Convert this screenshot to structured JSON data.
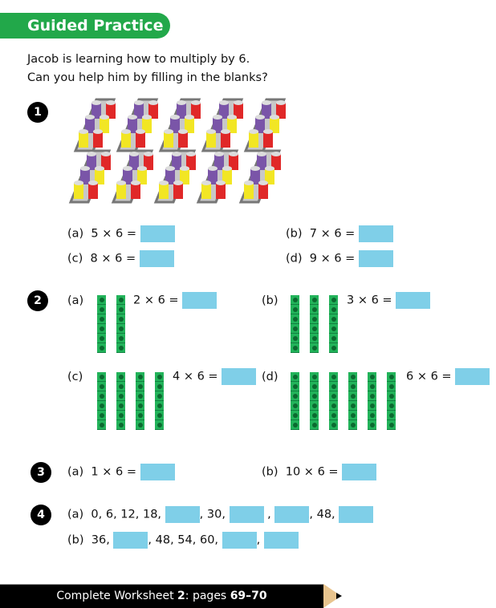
{
  "header": {
    "title": "Guided Practice"
  },
  "intro": {
    "line1": "Jacob is learning how to multiply by 6.",
    "line2": "Can you help him by filling in the blanks?"
  },
  "q1": {
    "number": "1",
    "parts": [
      {
        "label": "(a)",
        "expr": "5 × 6 ="
      },
      {
        "label": "(b)",
        "expr": "7 × 6 ="
      },
      {
        "label": "(c)",
        "expr": "8 × 6 ="
      },
      {
        "label": "(d)",
        "expr": "9 × 6 ="
      }
    ]
  },
  "q2": {
    "number": "2",
    "parts": [
      {
        "label": "(a)",
        "expr": "2 × 6 =",
        "towers": 2
      },
      {
        "label": "(b)",
        "expr": "3 × 6 =",
        "towers": 3
      },
      {
        "label": "(c)",
        "expr": "4 × 6 =",
        "towers": 4
      },
      {
        "label": "(d)",
        "expr": "6 × 6 =",
        "towers": 6
      }
    ]
  },
  "q3": {
    "number": "3",
    "parts": [
      {
        "label": "(a)",
        "expr": "1 × 6 ="
      },
      {
        "label": "(b)",
        "expr": "10 × 6 ="
      }
    ]
  },
  "q4": {
    "number": "4",
    "a": {
      "label": "(a)",
      "t1": "0, 6, 12, 18,",
      "t2": ", 30,",
      "t3": ",",
      "t4": ", 48,"
    },
    "b": {
      "label": "(b)",
      "t1": "36,",
      "t2": ", 48, 54, 60,",
      "t3": ","
    }
  },
  "footer": {
    "prefix": "Complete Worksheet ",
    "ws": "2",
    "mid": ": pages ",
    "pages": "69–70"
  },
  "colors": {
    "green": "#22a84a",
    "box": "#7fcfe8"
  }
}
